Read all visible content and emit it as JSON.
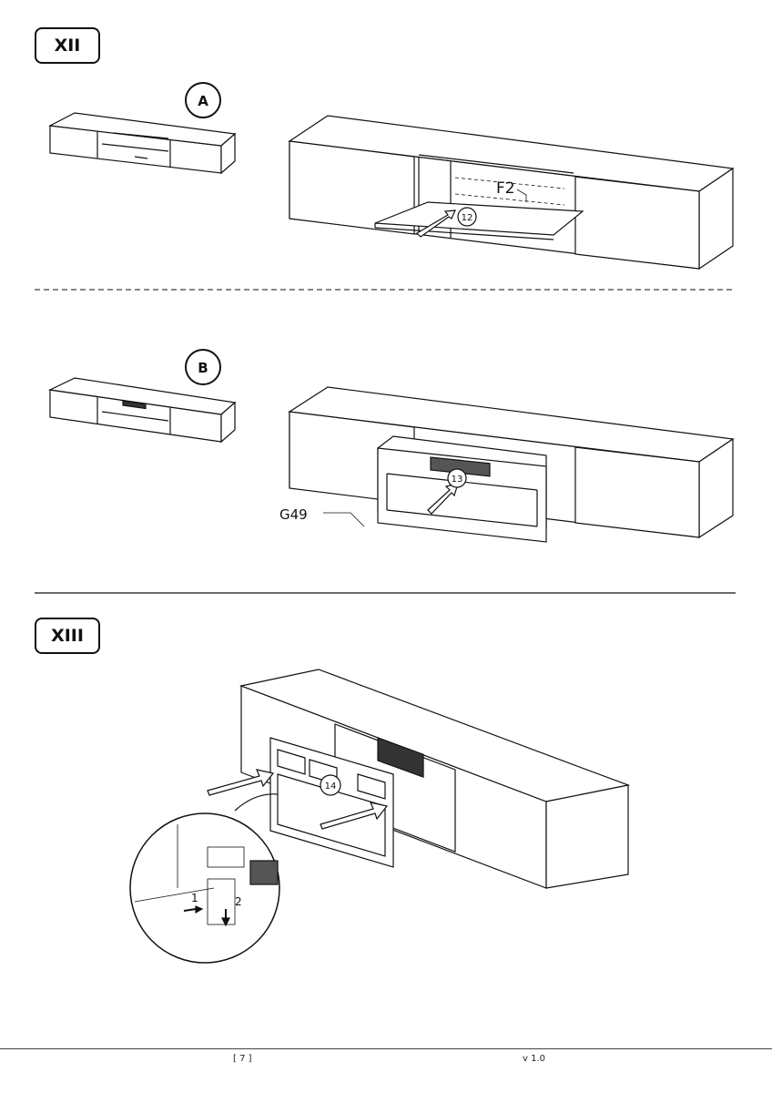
{
  "steps": [
    {
      "label": "XII",
      "substeps": [
        {
          "label": "A",
          "part_number": "12",
          "hardware": "F2"
        },
        {
          "label": "B",
          "part_number": "13",
          "hardware": "G49"
        }
      ]
    },
    {
      "label": "XIII",
      "part_number": "14",
      "detail_steps": [
        "1",
        "2"
      ]
    }
  ],
  "footer": {
    "page": "[ 7 ]",
    "version": "v 1.0"
  }
}
